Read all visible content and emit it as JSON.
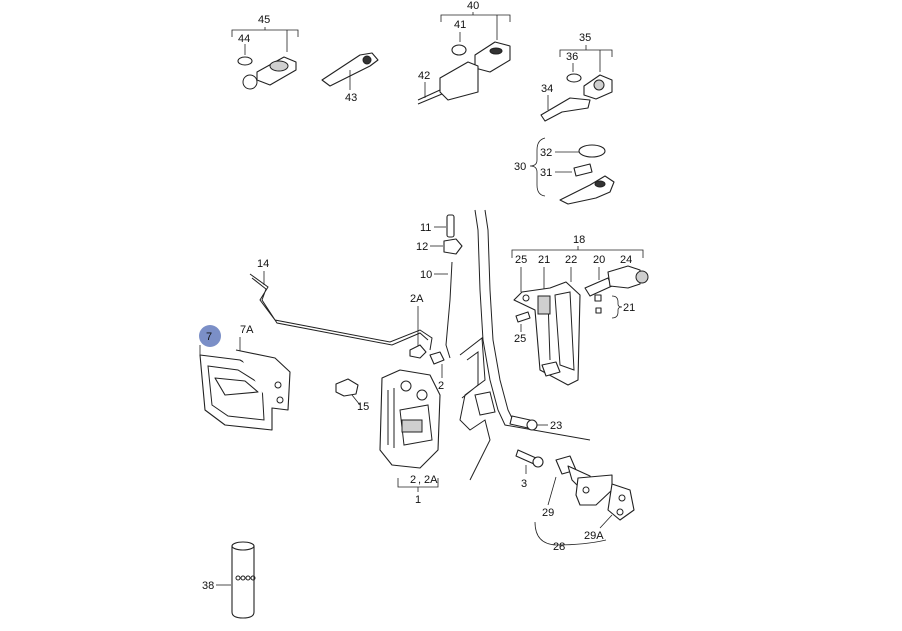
{
  "labels": {
    "l45": "45",
    "l44": "44",
    "l43": "43",
    "l40": "40",
    "l41": "41",
    "l42": "42",
    "l35": "35",
    "l36": "36",
    "l34": "34",
    "l30": "30",
    "l32": "32",
    "l31": "31",
    "l11": "11",
    "l12": "12",
    "l10": "10",
    "l14": "14",
    "l2A_top": "2A",
    "l2_mid": "2",
    "l15": "15",
    "l1": "1",
    "l2_2A_a": "2",
    "l2_2A_b": "2A",
    "l7": "7",
    "l7A": "7A",
    "l18": "18",
    "l25a": "25",
    "l21a": "21",
    "l22": "22",
    "l20": "20",
    "l24": "24",
    "l21b": "21",
    "l25b": "25",
    "l23": "23",
    "l3": "3",
    "l29": "29",
    "l29A": "29A",
    "l28": "28",
    "l38": "38"
  },
  "highlight_color": "#7b8fc7"
}
